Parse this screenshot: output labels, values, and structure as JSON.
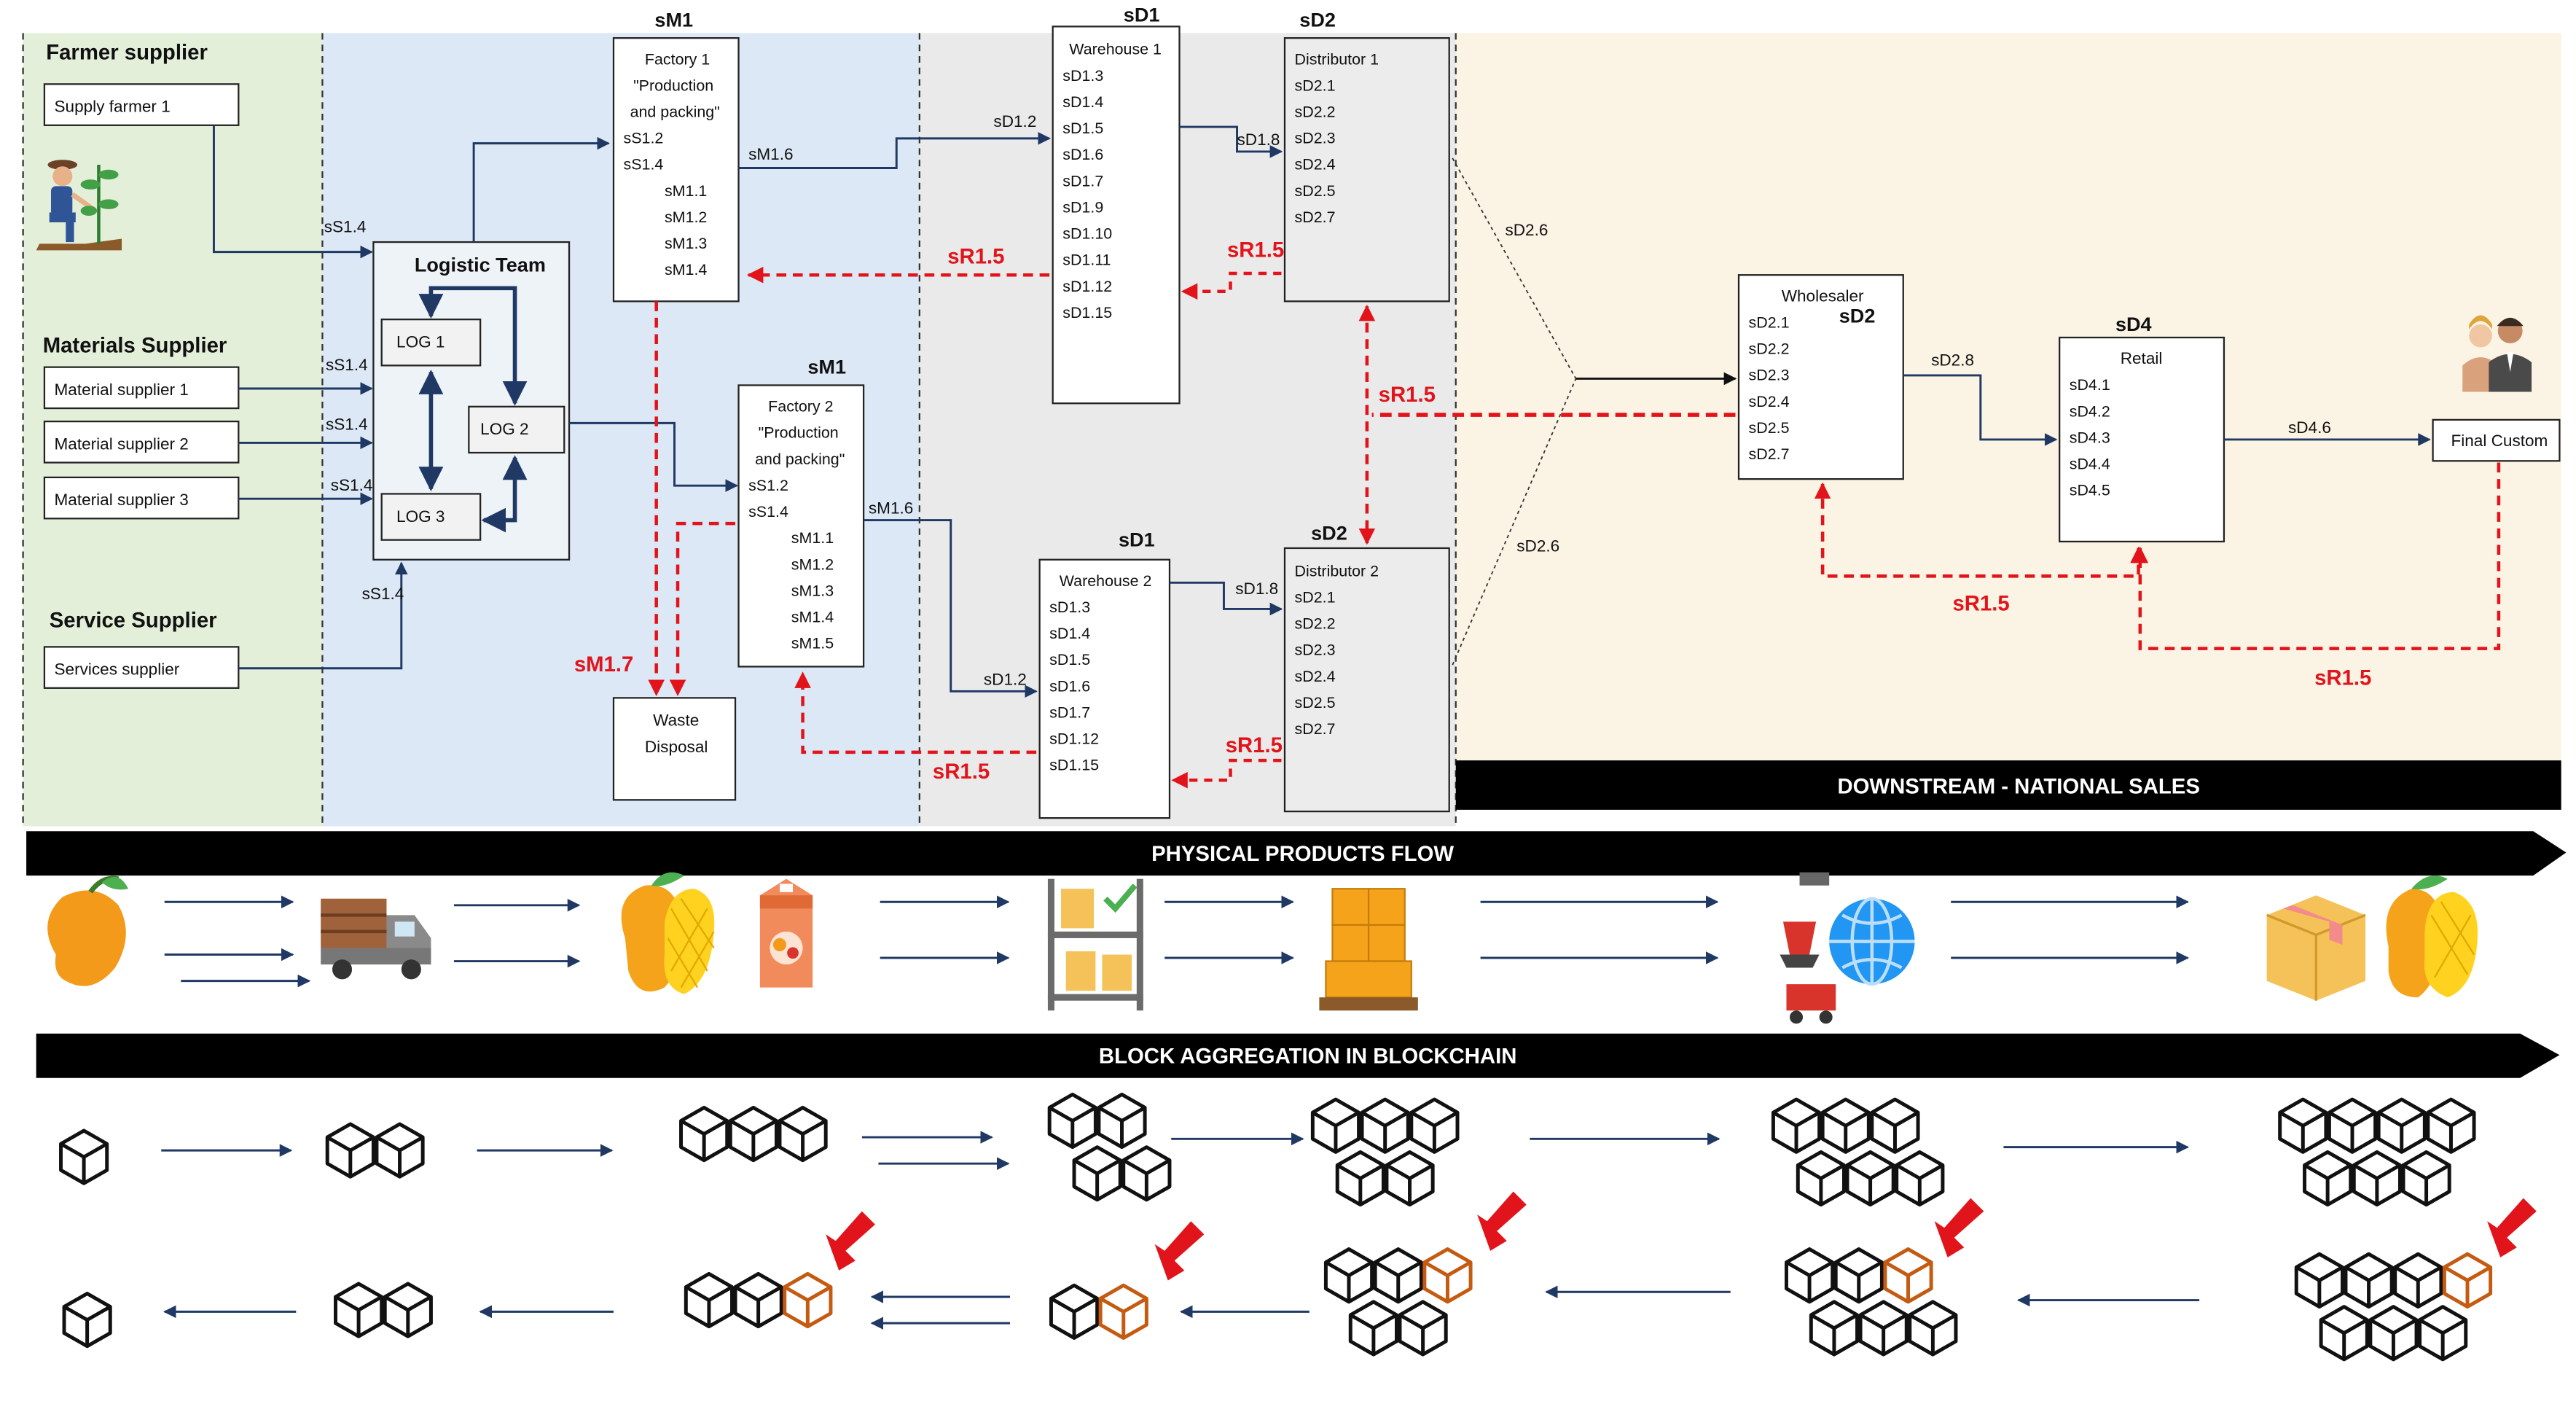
{
  "upstream": {
    "farmer_supplier": "Farmer supplier",
    "supply_farmer": "Supply farmer 1",
    "materials_supplier": "Materials Supplier",
    "material_suppliers": [
      "Material supplier 1",
      "Material supplier 2",
      "Material supplier 3"
    ],
    "service_supplier": "Service Supplier",
    "services_supplier": "Services supplier"
  },
  "logistics": {
    "title": "Logistic Team",
    "log1": "LOG 1",
    "log2": "LOG 2",
    "log3": "LOG 3"
  },
  "factory1": {
    "header": "sM1",
    "lines": [
      "Factory 1",
      "\"Production",
      "and packing\"",
      "sS1.2",
      "sS1.4",
      "sM1.1",
      "sM1.2",
      "sM1.3",
      "sM1.4"
    ]
  },
  "factory2": {
    "header": "sM1",
    "lines": [
      "Factory 2",
      "\"Production",
      "and packing\"",
      "sS1.2",
      "sS1.4",
      "sM1.1",
      "sM1.2",
      "sM1.3",
      "sM1.4",
      "sM1.5"
    ]
  },
  "waste": {
    "lines": [
      "Waste",
      "Disposal"
    ]
  },
  "warehouse1": {
    "header": "sD1",
    "lines": [
      "Warehouse 1",
      "sD1.3",
      "sD1.4",
      "sD1.5",
      "sD1.6",
      "sD1.7",
      "sD1.9",
      "sD1.10",
      "sD1.11",
      "sD1.12",
      "sD1.15"
    ]
  },
  "warehouse2": {
    "header": "sD1",
    "lines": [
      "Warehouse 2",
      "sD1.3",
      "sD1.4",
      "sD1.5",
      "sD1.6",
      "sD1.7",
      "sD1.12",
      "sD1.15"
    ]
  },
  "distributor1": {
    "header": "sD2",
    "lines": [
      "Distributor 1",
      "sD2.1",
      "sD2.2",
      "sD2.3",
      "sD2.4",
      "sD2.5",
      "sD2.7"
    ]
  },
  "distributor2": {
    "header": "sD2",
    "lines": [
      "Distributor 2",
      "sD2.1",
      "sD2.2",
      "sD2.3",
      "sD2.4",
      "sD2.5",
      "sD2.7"
    ]
  },
  "wholesaler": {
    "title": "Wholesaler",
    "code": "sD2",
    "lines": [
      "sD2.1",
      "sD2.2",
      "sD2.3",
      "sD2.4",
      "sD2.5",
      "sD2.7"
    ]
  },
  "retail": {
    "header": "sD4",
    "title": "Retail",
    "lines": [
      "sD4.1",
      "sD4.2",
      "sD4.3",
      "sD4.4",
      "sD4.5"
    ]
  },
  "final_customer": "Final Custom",
  "flow_labels": {
    "s14": "sS1.4",
    "m16": "sM1.6",
    "d12": "sD1.2",
    "d18": "sD1.8",
    "d26": "sD2.6",
    "d28": "sD2.8",
    "d46": "sD4.6",
    "m17": "sM1.7",
    "r15": "sR1.5"
  },
  "banners": {
    "downstream": "DOWNSTREAM - NATIONAL SALES",
    "physical": "PHYSICAL PRODUCTS FLOW",
    "blockchain": "BLOCK AGGREGATION IN BLOCKCHAIN"
  },
  "colors": {
    "farmer_zone": "#e3efd9",
    "supplier_zone": "#dce8f5",
    "distribution_zone": "#eaeaea",
    "downstream_zone": "#fbf3e4",
    "flow_arrow": "#1f3864",
    "return_arrow": "#e2141b",
    "highlight_block": "#c55a11"
  },
  "icons": [
    "mango-icon",
    "delivery-truck-icon",
    "mango-pair-icon",
    "juice-pack-icon",
    "warehouse-shelf-icon",
    "pallet-boxes-icon",
    "globe-export-icon",
    "box-and-mango-icon",
    "customers-icon",
    "farmer-icon",
    "red-pointer-arrow-icon",
    "block-cube-icon"
  ]
}
